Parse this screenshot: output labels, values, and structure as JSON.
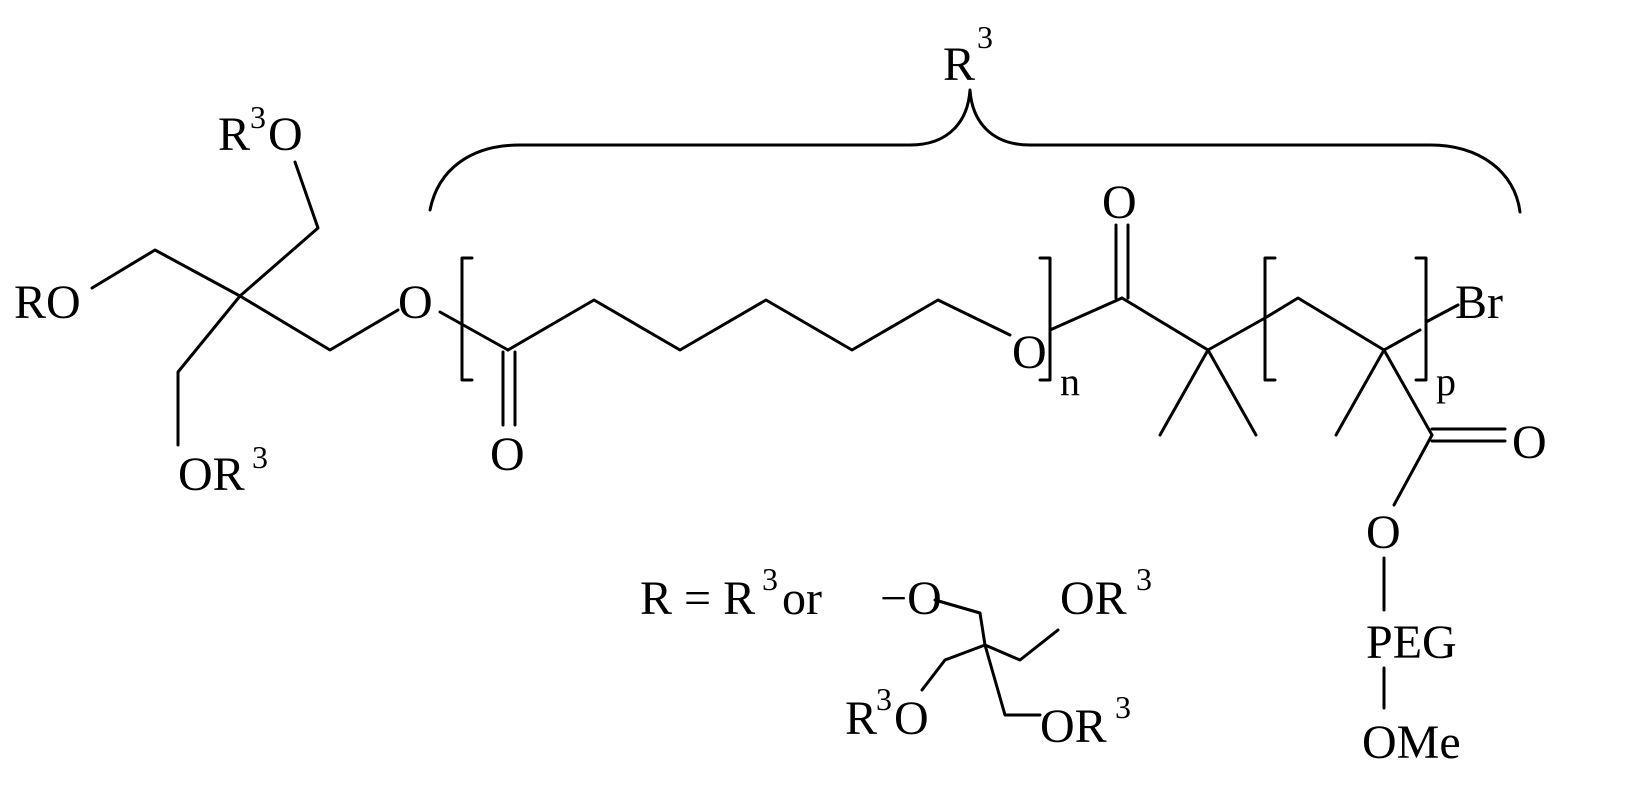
{
  "brace_label": {
    "base": "R",
    "sup": "3"
  },
  "core_left": {
    "top_substituent": {
      "base": "R",
      "sup": "3",
      "tail": "O"
    },
    "left_substituent": "RO",
    "bottom_substituent": {
      "head": "OR",
      "sup": "3"
    },
    "linker_oxygen": "O"
  },
  "caprolactone_block": {
    "carbonyl_oxygen": "O",
    "ester_oxygen": "O",
    "repeat_subscript": "n"
  },
  "initiator": {
    "carbonyl_oxygen": "O"
  },
  "polymer_block": {
    "end_group": "Br",
    "repeat_subscript": "p",
    "carbonyl_oxygen": "O",
    "ester_oxygen": "O",
    "peg_label": "PEG",
    "terminal_group": "OMe"
  },
  "definition": {
    "lhs": "R = R",
    "lhs_sup": "3",
    "connector": " or",
    "dash_o": "−O",
    "sub_top": {
      "head": "OR",
      "sup": "3"
    },
    "sub_left": {
      "base": "R",
      "sup": "3",
      "tail": "O"
    },
    "sub_bottom": {
      "head": "OR",
      "sup": "3"
    }
  }
}
